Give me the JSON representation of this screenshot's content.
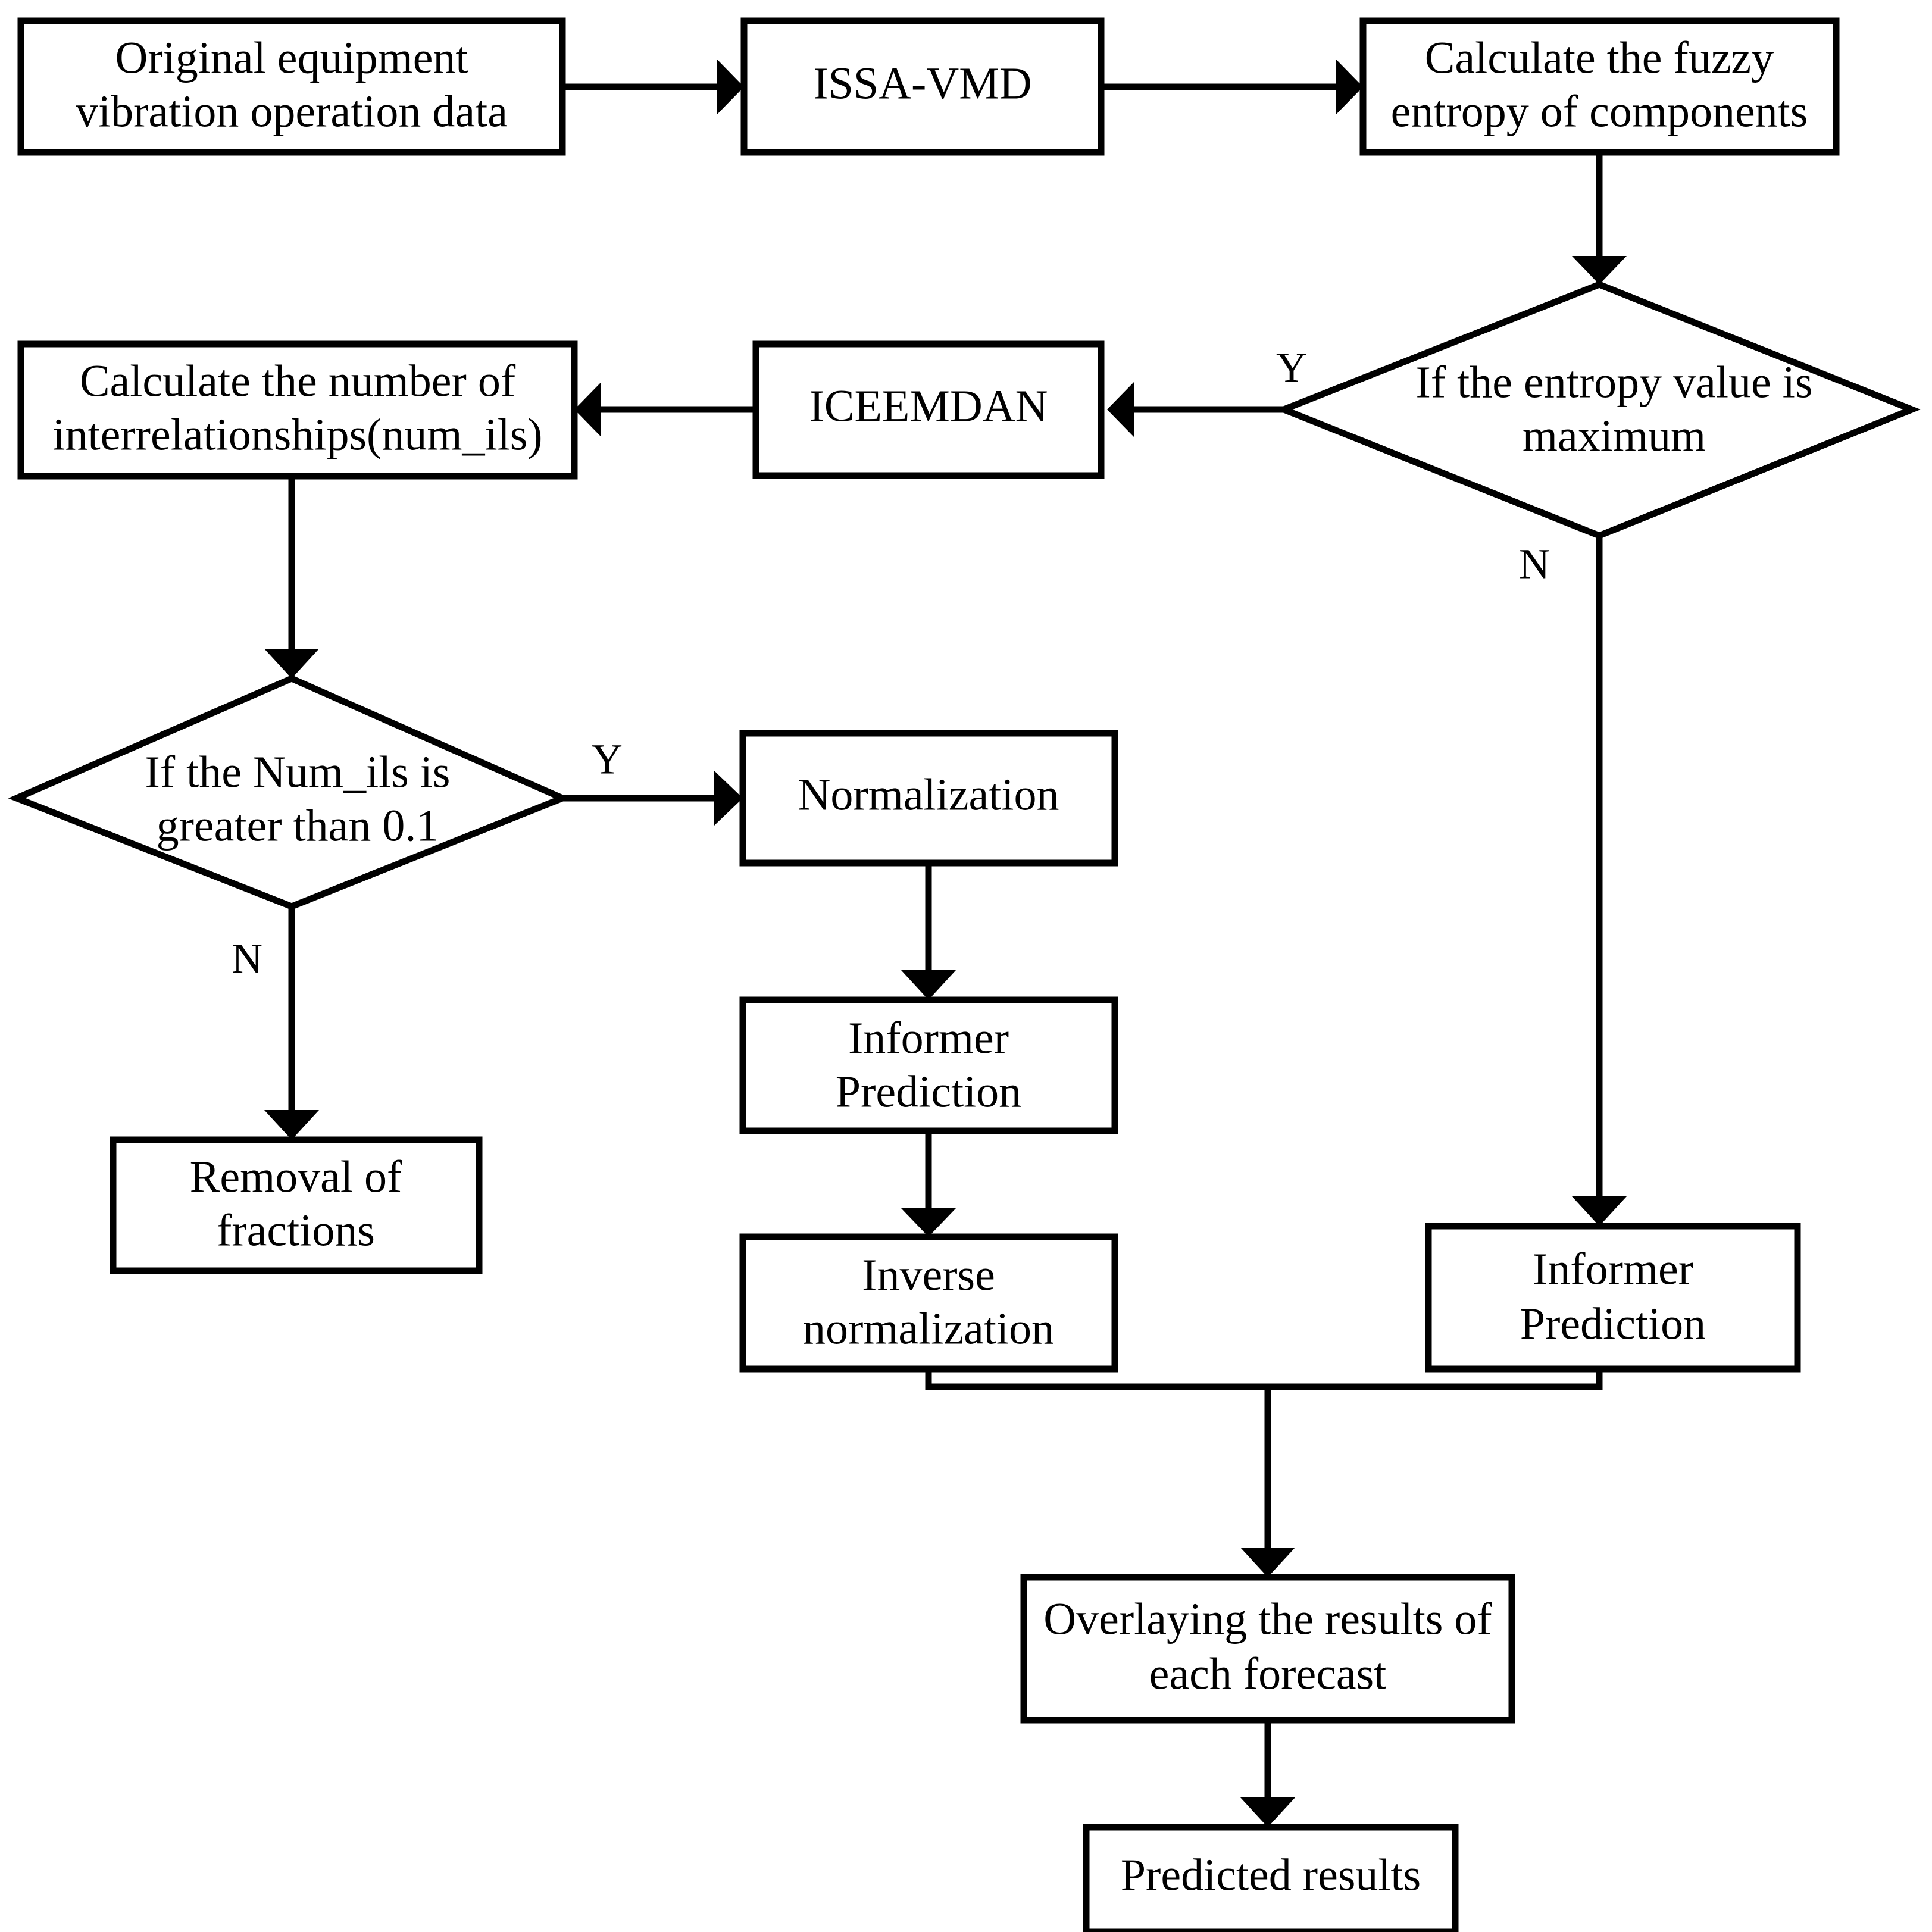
{
  "diagram": {
    "type": "flowchart",
    "title": "Equipment vibration data prediction flowchart",
    "orientation": "top-to-bottom",
    "stroke_color": "#000000",
    "fill_color": "#ffffff",
    "nodes": [
      {
        "id": "original-data",
        "shape": "rectangle",
        "lines": [
          "Original equipment",
          "vibration operation data"
        ]
      },
      {
        "id": "issa-vmd",
        "shape": "rectangle",
        "lines": [
          "ISSA-VMD"
        ]
      },
      {
        "id": "fuzzy-entropy",
        "shape": "rectangle",
        "lines": [
          "Calculate the fuzzy",
          "entropy of components"
        ]
      },
      {
        "id": "entropy-decision",
        "shape": "diamond",
        "lines": [
          "If the entropy value is",
          "maximum"
        ]
      },
      {
        "id": "iceemdan",
        "shape": "rectangle",
        "lines": [
          "ICEEMDAN"
        ]
      },
      {
        "id": "num-ils",
        "shape": "rectangle",
        "lines": [
          "Calculate the number of",
          "interrelationships(num_ils)"
        ]
      },
      {
        "id": "numils-decision",
        "shape": "diamond",
        "lines": [
          "If the Num_ils is",
          "greater than 0.1"
        ]
      },
      {
        "id": "removal-fractions",
        "shape": "rectangle",
        "lines": [
          "Removal of",
          "fractions"
        ]
      },
      {
        "id": "normalization",
        "shape": "rectangle",
        "lines": [
          "Normalization"
        ]
      },
      {
        "id": "informer-prediction-center",
        "shape": "rectangle",
        "lines": [
          "Informer",
          "Prediction"
        ]
      },
      {
        "id": "inverse-normalization",
        "shape": "rectangle",
        "lines": [
          "Inverse",
          "normalization"
        ]
      },
      {
        "id": "informer-prediction-right",
        "shape": "rectangle",
        "lines": [
          "Informer",
          "Prediction"
        ]
      },
      {
        "id": "overlaying-results",
        "shape": "rectangle",
        "lines": [
          "Overlaying the results of",
          "each forecast"
        ]
      },
      {
        "id": "predicted-results",
        "shape": "rectangle",
        "lines": [
          "Predicted results"
        ]
      }
    ],
    "edge_labels": {
      "entropy_yes": "Y",
      "entropy_no": "N",
      "numils_yes": "Y",
      "numils_no": "N"
    },
    "edges": [
      {
        "from": "original-data",
        "to": "issa-vmd",
        "label": ""
      },
      {
        "from": "issa-vmd",
        "to": "fuzzy-entropy",
        "label": ""
      },
      {
        "from": "fuzzy-entropy",
        "to": "entropy-decision",
        "label": ""
      },
      {
        "from": "entropy-decision",
        "to": "iceemdan",
        "label": "Y"
      },
      {
        "from": "iceemdan",
        "to": "num-ils",
        "label": ""
      },
      {
        "from": "entropy-decision",
        "to": "informer-prediction-right",
        "label": "N"
      },
      {
        "from": "num-ils",
        "to": "numils-decision",
        "label": ""
      },
      {
        "from": "numils-decision",
        "to": "normalization",
        "label": "Y"
      },
      {
        "from": "numils-decision",
        "to": "removal-fractions",
        "label": "N"
      },
      {
        "from": "normalization",
        "to": "informer-prediction-center",
        "label": ""
      },
      {
        "from": "informer-prediction-center",
        "to": "inverse-normalization",
        "label": ""
      },
      {
        "from": "inverse-normalization",
        "to": "overlaying-results",
        "label": ""
      },
      {
        "from": "informer-prediction-right",
        "to": "overlaying-results",
        "label": ""
      },
      {
        "from": "overlaying-results",
        "to": "predicted-results",
        "label": ""
      }
    ]
  }
}
